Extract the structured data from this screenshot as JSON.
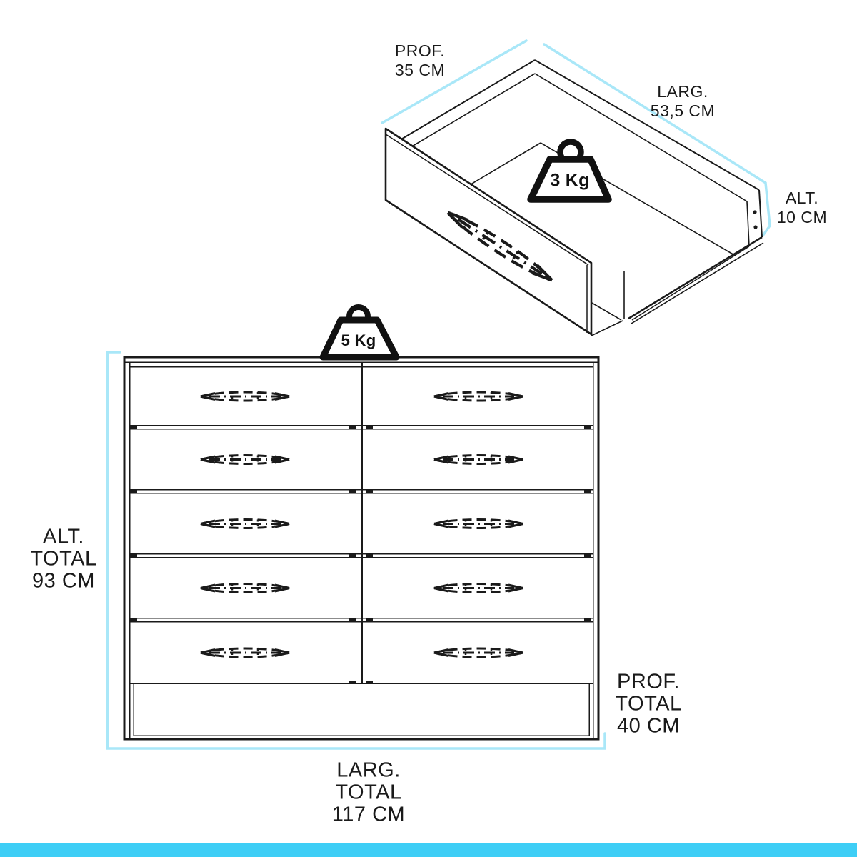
{
  "colors": {
    "accent_bar": "#3ECEF6",
    "dimension_line": "#A9E7F8",
    "ink": "#1a1a1a"
  },
  "drawer_detail": {
    "depth": {
      "line1": "PROF.",
      "line2": "35 CM"
    },
    "width": {
      "line1": "LARG.",
      "line2": "53,5 CM"
    },
    "height": {
      "line1": "ALT.",
      "line2": "10 CM"
    },
    "max_load": "3 Kg"
  },
  "dresser_front": {
    "max_load": "5 Kg",
    "total_height": {
      "line1": "ALT.",
      "line2": "TOTAL",
      "line3": "93 CM"
    },
    "total_depth": {
      "line1": "PROF.",
      "line2": "TOTAL",
      "line3": "40 CM"
    },
    "total_width": {
      "line1": "LARG.",
      "line2": "TOTAL",
      "line3": "117 CM"
    },
    "drawer_rows": 5,
    "drawer_columns": 2
  }
}
